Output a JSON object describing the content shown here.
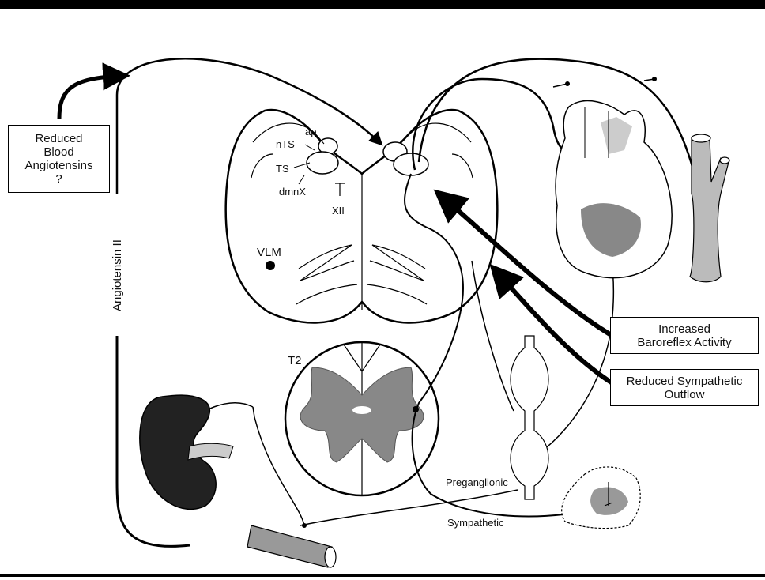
{
  "boxes": {
    "reduced_angiotensins": [
      "Reduced",
      "Blood",
      "Angiotensins",
      "?"
    ],
    "baroreflex": [
      "Increased",
      "Baroreflex Activity"
    ],
    "sympathetic": [
      "Reduced Sympathetic",
      "Outflow"
    ]
  },
  "labels": {
    "angiotensin": "Angiotensin II",
    "ap": "ap",
    "nts": "nTS",
    "ts": "TS",
    "dmnx": "dmnX",
    "xii": "XII",
    "vlm": "VLM",
    "t2": "T2",
    "preganglionic": "Preganglionic",
    "sympathetic": "Sympathetic"
  }
}
